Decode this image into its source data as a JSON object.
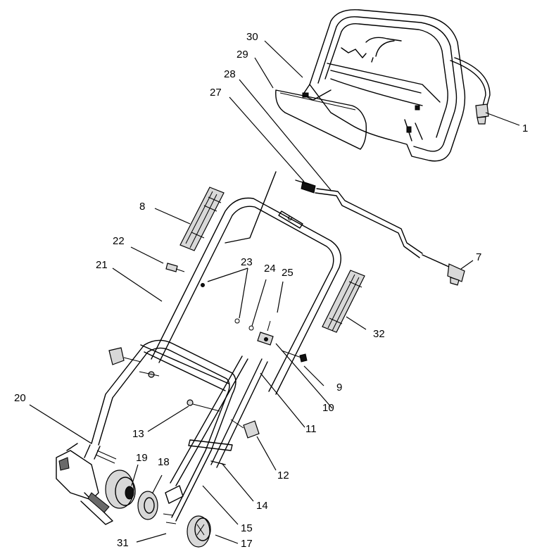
{
  "callouts": [
    {
      "id": "1",
      "text": "1"
    },
    {
      "id": "7",
      "text": "7"
    },
    {
      "id": "8",
      "text": "8"
    },
    {
      "id": "9",
      "text": "9"
    },
    {
      "id": "10",
      "text": "10"
    },
    {
      "id": "11",
      "text": "11"
    },
    {
      "id": "12",
      "text": "12"
    },
    {
      "id": "13",
      "text": "13"
    },
    {
      "id": "14",
      "text": "14"
    },
    {
      "id": "15",
      "text": "15"
    },
    {
      "id": "17",
      "text": "17"
    },
    {
      "id": "18",
      "text": "18"
    },
    {
      "id": "19",
      "text": "19"
    },
    {
      "id": "20",
      "text": "20"
    },
    {
      "id": "21",
      "text": "21"
    },
    {
      "id": "22",
      "text": "22"
    },
    {
      "id": "23",
      "text": "23"
    },
    {
      "id": "24",
      "text": "24"
    },
    {
      "id": "25",
      "text": "25"
    },
    {
      "id": "27",
      "text": "27"
    },
    {
      "id": "28",
      "text": "28"
    },
    {
      "id": "29",
      "text": "29"
    },
    {
      "id": "30",
      "text": "30"
    },
    {
      "id": "31",
      "text": "31"
    },
    {
      "id": "32",
      "text": "32"
    }
  ]
}
